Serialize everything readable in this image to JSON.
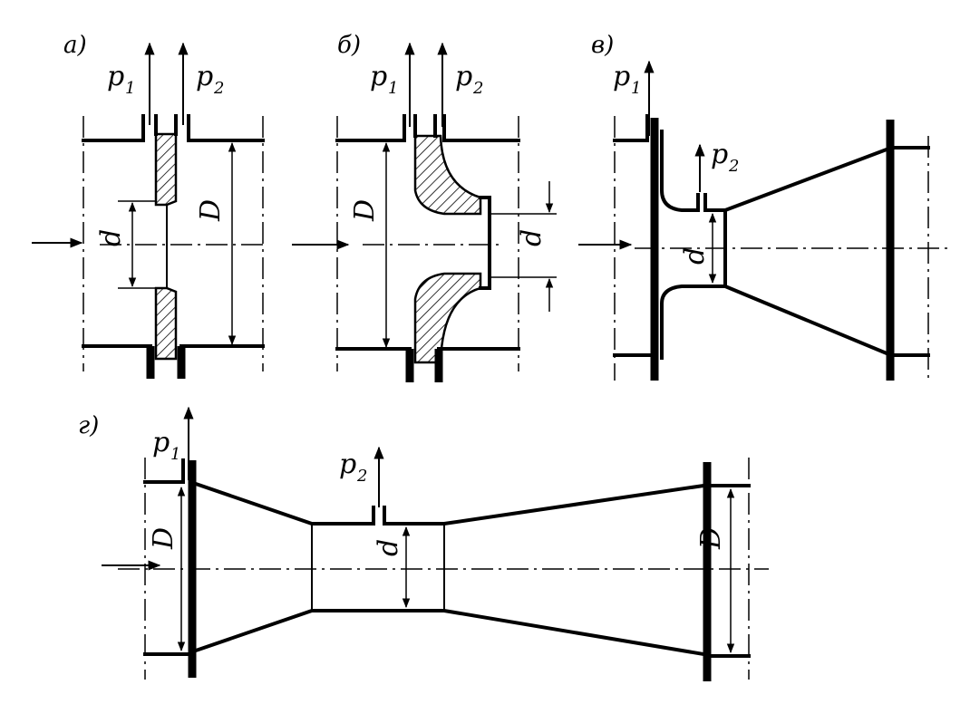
{
  "figure": {
    "panels": [
      {
        "tag": "а)",
        "p1": "p",
        "p1_sub": "1",
        "p2": "p",
        "p2_sub": "2",
        "d": "d",
        "D": "D"
      },
      {
        "tag": "б)",
        "p1": "p",
        "p1_sub": "1",
        "p2": "p",
        "p2_sub": "2",
        "d": "d",
        "D": "D"
      },
      {
        "tag": "в)",
        "p1": "p",
        "p1_sub": "1",
        "p2": "p",
        "p2_sub": "2",
        "d": "d"
      },
      {
        "tag": "г)",
        "p1": "p",
        "p1_sub": "1",
        "p2": "p",
        "p2_sub": "2",
        "d": "d",
        "D": "D",
        "D2": "D"
      }
    ]
  }
}
